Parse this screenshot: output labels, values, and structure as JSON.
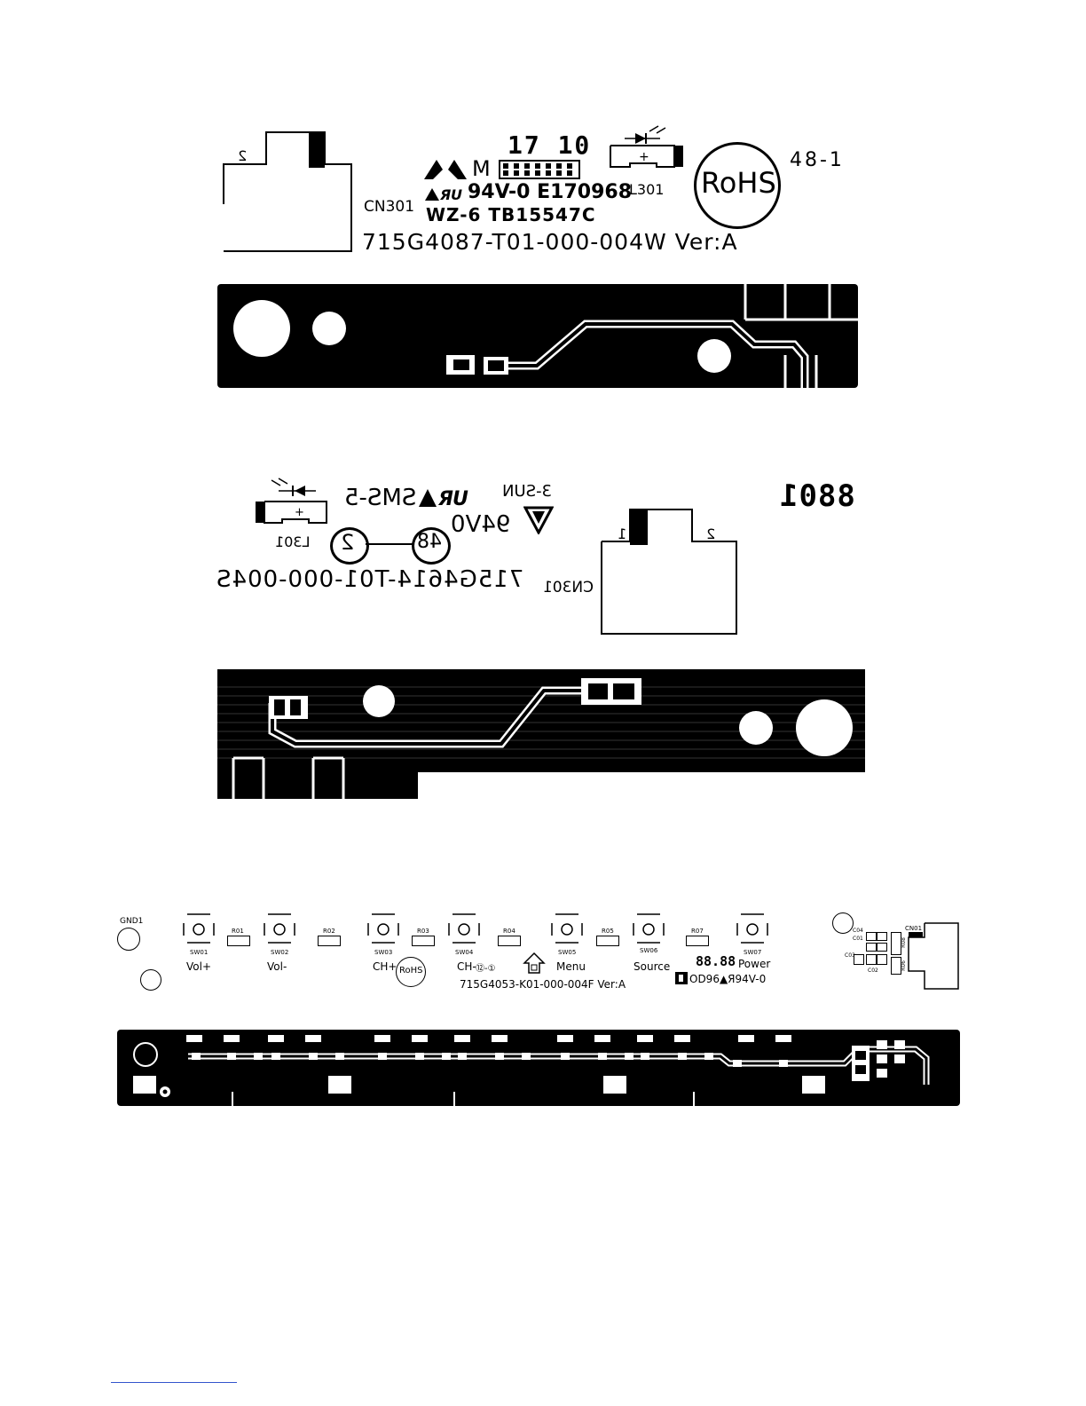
{
  "board1": {
    "connector_label": "CN301",
    "connector_pin": "2",
    "date_code": "17 10",
    "maker_mark": "M",
    "ul_rating": "94V-0 E170968",
    "material_code": "WZ-6 TB15547C",
    "led_label": "L301",
    "led_polarity": "+",
    "rohs": "RoHS",
    "panel_code": "48-1",
    "part_number": "715G4087-T01-000-004W Ver:A"
  },
  "board2": {
    "vendor": "3-SUN",
    "material_code": "SMS-5",
    "ul_rating": "94V0",
    "led_label": "L301",
    "led_polarity": "+",
    "circle_left": "2",
    "circle_right": "48",
    "part_number": "715G4614-T01-000-004S",
    "connector_label": "CN301",
    "connector_pin_1": "1",
    "connector_pin_2": "2",
    "date_code": "8801"
  },
  "board3": {
    "gnd_label": "GND1",
    "switches": [
      {
        "ref": "SW01",
        "func": "Vol+"
      },
      {
        "ref": "SW02",
        "func": "Vol-"
      },
      {
        "ref": "SW03",
        "func": "CH+"
      },
      {
        "ref": "SW04",
        "func": "CH-"
      },
      {
        "ref": "SW05",
        "func": "Menu"
      },
      {
        "ref": "SW06",
        "func": "Source"
      },
      {
        "ref": "SW07",
        "func": "Power"
      }
    ],
    "resistors": [
      "R01",
      "R02",
      "R03",
      "R04",
      "R05",
      "R07"
    ],
    "rohs": "RoHS",
    "recycle_codes": "⑫-①",
    "part_number": "715G4053-K01-000-004F Ver:A",
    "date_code": "88.88",
    "ul_marking": "OD96▲Я94V-0",
    "connector_label": "CN01",
    "caps": [
      "C04",
      "C01",
      "C03",
      "C02"
    ],
    "side_resistors": [
      "R08",
      "R06"
    ]
  }
}
